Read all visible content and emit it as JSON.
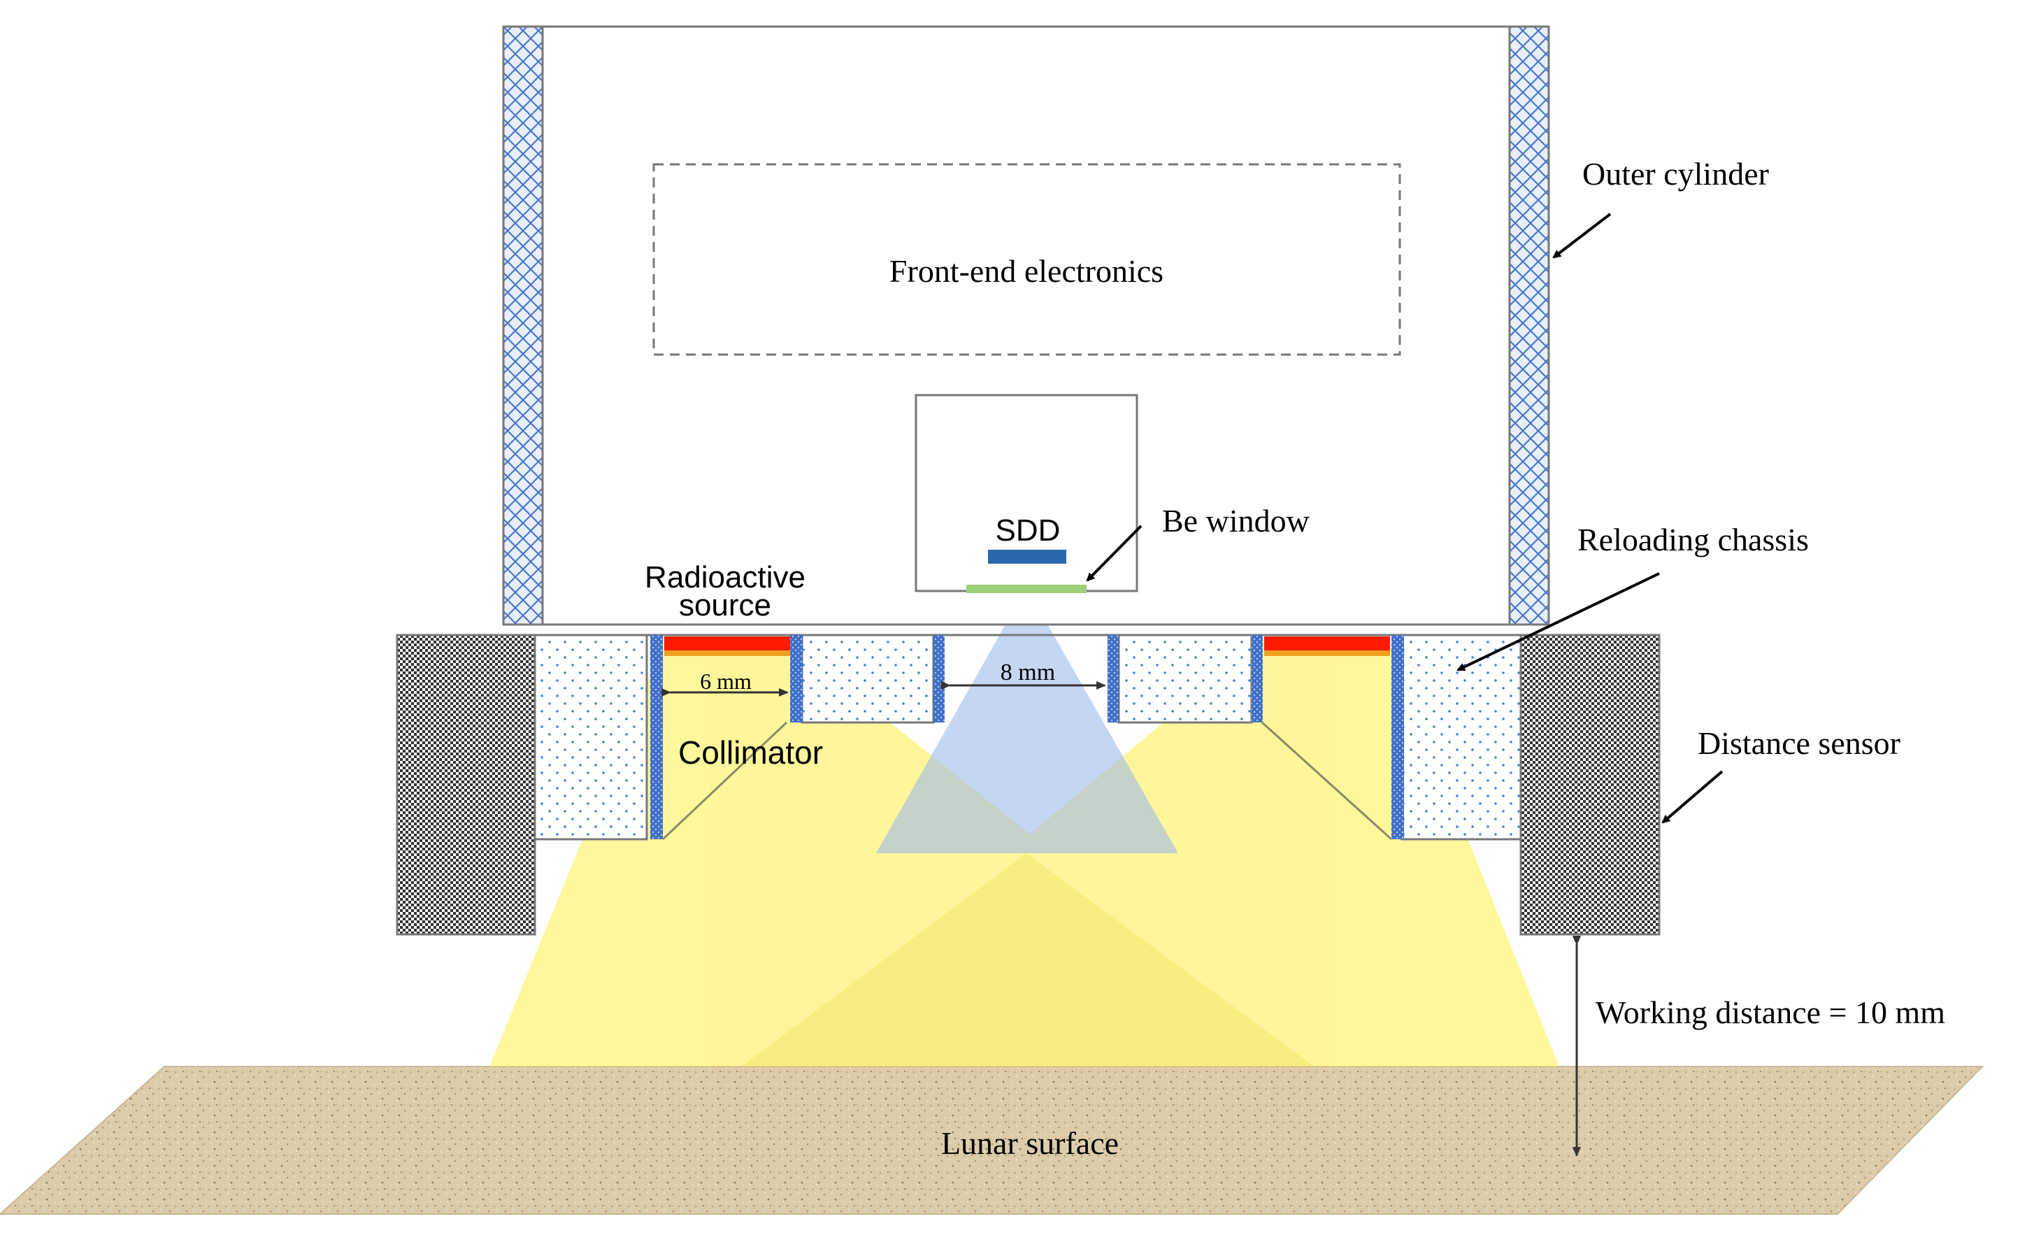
{
  "labels": {
    "outer_cylinder": "Outer cylinder",
    "front_end_electronics": "Front-end electronics",
    "sdd": "SDD",
    "be_window": "Be window",
    "radioactive_source_line1": "Radioactive",
    "radioactive_source_line2": "source",
    "reloading_chassis": "Reloading chassis",
    "collimator": "Collimator",
    "distance_sensor": "Distance sensor",
    "working_distance": "Working distance = 10 mm",
    "lunar_surface": "Lunar surface",
    "dim_6mm": "6 mm",
    "dim_8mm": "8 mm"
  },
  "colors": {
    "hatch_blue": "#3b6fc4",
    "source_red": "#ff1a00",
    "source_orange": "#f0a020",
    "beam_yellow": "#fff36a",
    "beam_blue": "#a9c2ec",
    "sdd_blue": "#2a68ae",
    "be_window_green": "#9ed07a",
    "lunar_sand": "#dccca9"
  }
}
